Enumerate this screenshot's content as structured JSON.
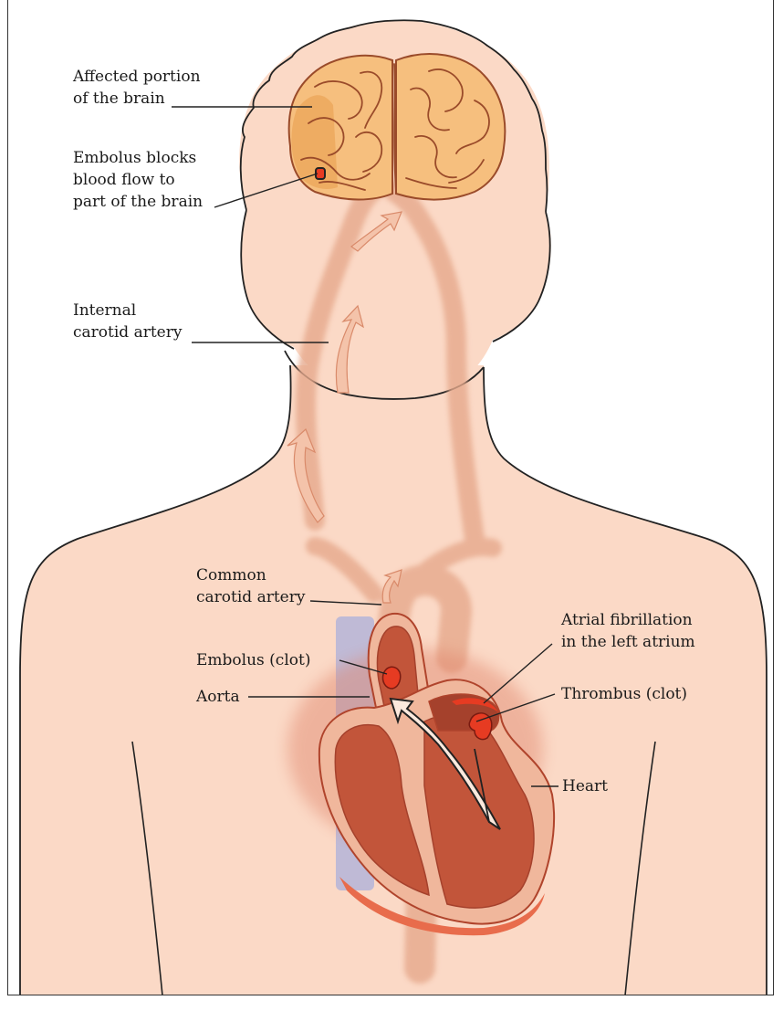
{
  "labels": {
    "affected_portion": "Affected portion\nof the brain",
    "embolus_blocks": "Embolus blocks\nblood flow to\npart of the brain",
    "internal_carotid": "Internal\ncarotid artery",
    "common_carotid": "Common\ncarotid artery",
    "embolus_clot": "Embolus (clot)",
    "aorta": "Aorta",
    "atrial_fibrillation": "Atrial fibrillation\nin the left atrium",
    "thrombus": "Thrombus (clot)",
    "heart": "Heart"
  },
  "colors": {
    "skin": "#fbd9c6",
    "vessel": "#e6a98c",
    "brain": "#f6bf7e",
    "brain_affected": "#eba55a",
    "heart_outer": "#f0b79c",
    "heart_muscle": "#c2553a",
    "heart_dark": "#a5412c",
    "clot": "#e63b22",
    "vein": "#b4b4d8",
    "outline": "#222222"
  }
}
